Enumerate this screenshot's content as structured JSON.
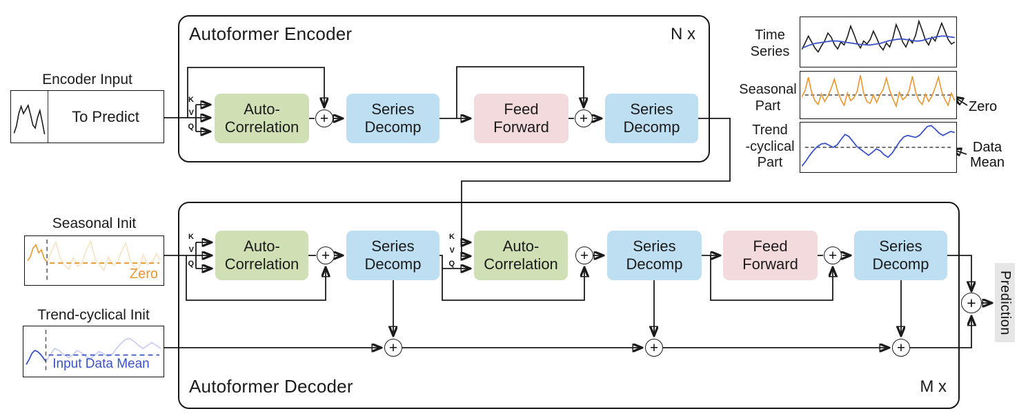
{
  "colors": {
    "line": "#1a1a1a",
    "block_green": "#cfe0b5",
    "block_blue": "#bedef2",
    "block_pink": "#f3dadd",
    "series_orange": "#e8962e",
    "series_blue": "#3a52c8",
    "series_black": "#1a1a1a",
    "prediction_bg": "#e6e6e6"
  },
  "labels": {
    "plus": "+",
    "prediction": "Prediction"
  },
  "encoder_input": {
    "title": "Encoder Input",
    "label": "To Predict"
  },
  "encoder": {
    "title": "Autoformer Encoder",
    "repeat": "N x",
    "kvq": [
      "K",
      "V",
      "Q"
    ],
    "blocks": {
      "ac": "Auto-\nCorrelation",
      "sd1": "Series\nDecomp",
      "ff": "Feed\nForward",
      "sd2": "Series\nDecomp"
    }
  },
  "decoder": {
    "title": "Autoformer Decoder",
    "repeat": "M x",
    "kvq1": [
      "K",
      "V",
      "Q"
    ],
    "kvq2": [
      "K",
      "V",
      "Q"
    ],
    "blocks": {
      "ac1": "Auto-\nCorrelation",
      "sd1": "Series\nDecomp",
      "ac2": "Auto-\nCorrelation",
      "sd2": "Series\nDecomp",
      "ff": "Feed\nForward",
      "sd3": "Series\nDecomp"
    }
  },
  "inits": {
    "seasonal": {
      "title": "Seasonal Init",
      "annotation": "Zero"
    },
    "trend": {
      "title": "Trend-cyclical Init",
      "annotation": "Input Data Mean"
    }
  },
  "side_charts": {
    "time_series": {
      "label": "Time\nSeries"
    },
    "seasonal": {
      "label": "Seasonal\nPart",
      "annotation": "Zero"
    },
    "trend": {
      "label": "Trend\n-cyclical\nPart",
      "annotation": "Data Mean"
    }
  },
  "sketches": {
    "enc_input": [
      18,
      32,
      56,
      70,
      56,
      64,
      72,
      54,
      34,
      28,
      48,
      62,
      40,
      16
    ],
    "ts_black": [
      35,
      48,
      62,
      50,
      38,
      30,
      42,
      52,
      68,
      60,
      45,
      36,
      50,
      44,
      60,
      82,
      66,
      48,
      38,
      52,
      46,
      55,
      72,
      58,
      42,
      34,
      48,
      40,
      58,
      85,
      70,
      50,
      40,
      56,
      48,
      64,
      92,
      74,
      54,
      44,
      60,
      52,
      70,
      88,
      72,
      55,
      46,
      50
    ],
    "ts_trend": [
      38,
      40,
      43,
      45,
      47,
      48,
      49,
      50,
      51,
      52,
      52,
      52,
      51,
      50,
      49,
      48,
      47,
      46,
      45,
      45,
      44,
      44,
      45,
      46,
      47,
      49,
      51,
      53,
      54,
      55,
      56,
      56,
      55,
      54,
      53,
      52,
      52,
      53,
      55,
      57,
      58,
      60,
      61,
      62,
      62,
      61,
      60,
      59
    ],
    "seasonal_osc": [
      46,
      60,
      88,
      56,
      38,
      30,
      52,
      36,
      48,
      64,
      84,
      58,
      40,
      28,
      54,
      38,
      44,
      58,
      92,
      54,
      36,
      32,
      50,
      34,
      50,
      62,
      86,
      60,
      42,
      26,
      56,
      40,
      46,
      60,
      90,
      56,
      38,
      30,
      52,
      36,
      48,
      66,
      88,
      58,
      40,
      28,
      54,
      38
    ],
    "trend_wave": [
      12,
      22,
      34,
      44,
      52,
      57,
      58,
      54,
      50,
      55,
      66,
      76,
      72,
      62,
      52,
      46,
      40,
      34,
      40,
      47,
      43,
      35,
      30,
      38,
      50,
      62,
      71,
      74,
      72,
      70,
      74,
      83,
      92,
      94,
      87,
      79,
      74,
      78,
      82,
      80
    ],
    "seasonal_init_solid": [
      50,
      58,
      76,
      82,
      66,
      72,
      54,
      47
    ],
    "seasonal_init_faded": [
      47,
      68,
      88,
      56,
      40,
      32,
      56,
      38,
      46,
      72,
      90,
      54,
      42,
      30,
      58,
      40,
      44,
      68,
      86,
      52,
      38,
      34,
      62,
      42,
      46,
      64,
      50
    ],
    "trend_init_solid": [
      24,
      34,
      46,
      52,
      50,
      45,
      38,
      30
    ],
    "trend_init_faded": [
      30,
      44,
      56,
      52,
      44,
      38,
      42,
      52,
      48,
      40,
      36,
      42,
      50,
      46,
      40,
      44,
      56,
      66,
      74,
      76,
      70,
      62,
      56,
      62,
      68,
      62,
      56
    ]
  }
}
